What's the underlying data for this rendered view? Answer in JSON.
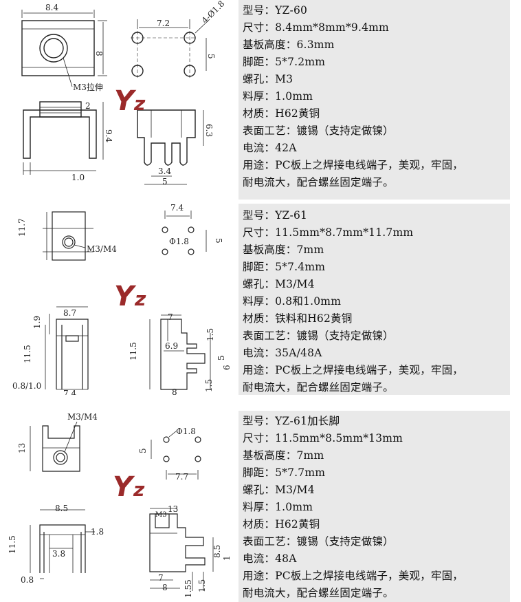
{
  "products": [
    {
      "specs": [
        "型号：YZ-60",
        "尺寸：8.4mm*8mm*9.4mm",
        "基板高度：6.3mm",
        "脚距：5*7.2mm",
        "螺孔：M3",
        "料厚：1.0mm",
        "材质：H62黄铜",
        "表面工艺：镀锡（支持定做镍）",
        "电流：42A",
        "用途：PC板上之焊接电线端子，美观，牢固，",
        "耐电流大，配合螺丝固定端子。"
      ],
      "dims": {
        "top_width": "8.4",
        "top_height": "8",
        "hole_note": "M3拉伸",
        "pitch_x": "7.2",
        "pin_dia": "4-Ø1.8",
        "pitch_y": "5",
        "side_height": "9.4",
        "side_gap": "2",
        "side_foot": "1.0",
        "front_height": "6.3",
        "front_inner": "3.4",
        "front_width": "5"
      }
    },
    {
      "specs": [
        "型号：YZ-61",
        "尺寸：11.5mm*8.7mm*11.7mm",
        "基板高度：7mm",
        "脚距：5*7.4mm",
        "螺孔：M3/M4",
        "料厚：0.8和1.0mm",
        "材质：铁料和H62黄铜",
        "表面工艺：镀锡（支持定做镍）",
        "电流：35A/48A",
        "用途：PC板上之焊接电线端子，美观，牢固，",
        "耐电流大，配合螺丝固定端子。"
      ],
      "dims": {
        "top_height": "11.7",
        "hole_note": "M3/M4",
        "pitch_x": "7.4",
        "pin_dia": "Φ1.8",
        "pitch_y": "5",
        "side_width": "8.7",
        "side_tab": "1.9",
        "side_height": "11.5",
        "side_thick": "0.8/1.0",
        "side_pitch": "7.4",
        "front_top": "7",
        "front_height": "11.5",
        "front_inner": "6.9",
        "front_r1": "1.5",
        "front_r2": "5",
        "front_r3": "6",
        "front_r4": "1.5",
        "front_bottom": "8"
      }
    },
    {
      "specs": [
        "型号：YZ-61加长脚",
        "尺寸：11.5mm*8.5mm*13mm",
        "基板高度：7mm",
        "脚距：5*7.7mm",
        "螺孔：M3/M4",
        "料厚：1.0mm",
        "材质：H62黄铜",
        "表面工艺：镀锡（支持定做镍）",
        "电流：48A",
        "用途：PC板上之焊接电线端子，美观，牢固，",
        "耐电流大，配合螺丝固定端子。"
      ],
      "dims": {
        "hole_note": "M3/M4",
        "top_height": "13",
        "pin_dia": "Φ1.8",
        "pitch_y": "5",
        "pitch_x": "7.7",
        "side_width": "8.5",
        "side_tab": "1.8",
        "side_height": "11.5",
        "side_inner": "3.8",
        "side_thick": "0.8",
        "front_m3": "M3",
        "front_top": "13",
        "front_r1": "8.5",
        "front_r2": "1",
        "front_bottom1": "7",
        "front_bottom2": "8",
        "front_b1": "1.55",
        "front_b2": "1.5"
      }
    }
  ],
  "logo": {
    "letter1": "Y",
    "letter2": "z"
  }
}
